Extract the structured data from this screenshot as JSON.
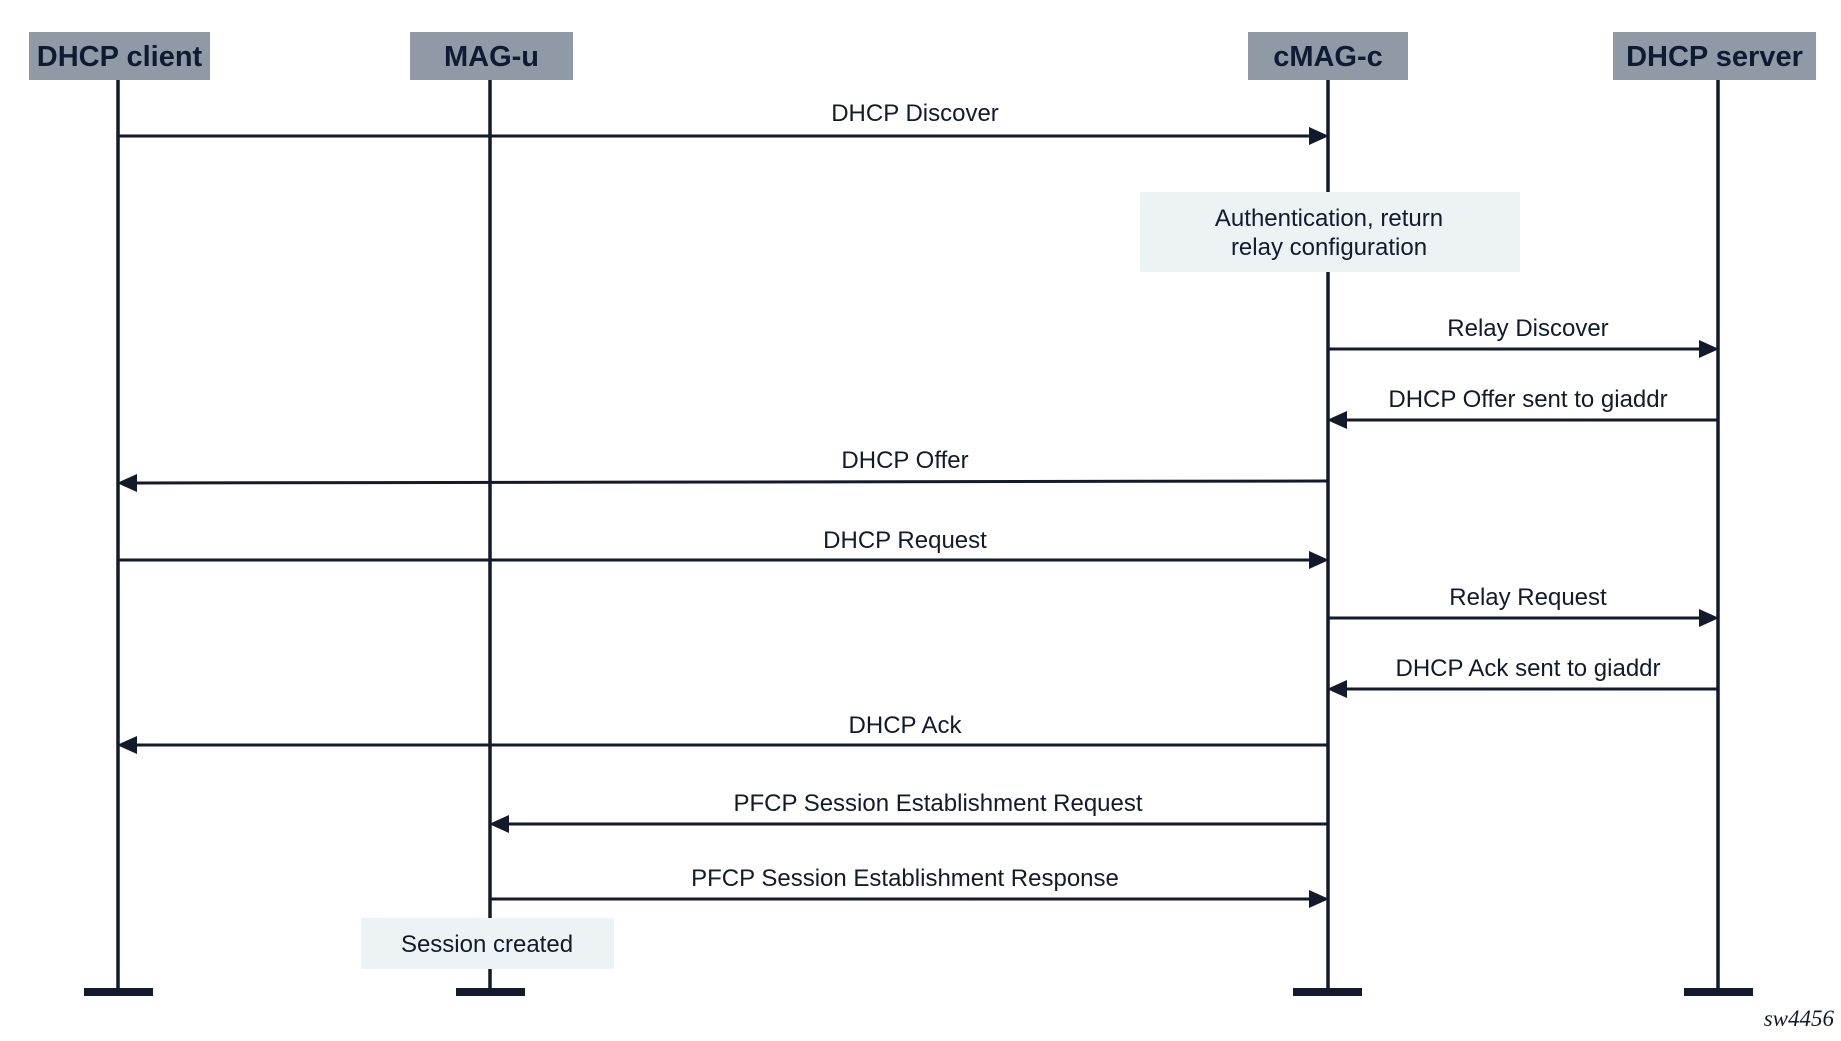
{
  "participants": [
    {
      "id": "client",
      "label": "DHCP client"
    },
    {
      "id": "magu",
      "label": "MAG-u"
    },
    {
      "id": "cmagc",
      "label": "cMAG-c"
    },
    {
      "id": "server",
      "label": "DHCP server"
    }
  ],
  "messages": [
    {
      "label": "DHCP Discover",
      "from": "client",
      "to": "cmagc"
    },
    {
      "label": "Relay Discover",
      "from": "cmagc",
      "to": "server"
    },
    {
      "label": "DHCP Offer sent to giaddr",
      "from": "server",
      "to": "cmagc"
    },
    {
      "label": "DHCP Offer",
      "from": "cmagc",
      "to": "client"
    },
    {
      "label": "DHCP Request",
      "from": "client",
      "to": "cmagc"
    },
    {
      "label": "Relay Request",
      "from": "cmagc",
      "to": "server"
    },
    {
      "label": "DHCP Ack sent to giaddr",
      "from": "server",
      "to": "cmagc"
    },
    {
      "label": "DHCP Ack",
      "from": "cmagc",
      "to": "client"
    },
    {
      "label": "PFCP Session Establishment Request",
      "from": "cmagc",
      "to": "magu"
    },
    {
      "label": "PFCP Session Establishment Response",
      "from": "magu",
      "to": "cmagc"
    }
  ],
  "notes": [
    {
      "lines": [
        "Authentication, return",
        "relay configuration"
      ],
      "over": "cmagc"
    },
    {
      "lines": [
        "Session created"
      ],
      "over": "magu"
    }
  ],
  "figure_id": "sw4456",
  "colors": {
    "participant_fill": "#8f9aa6",
    "participant_text": "#0f1b33",
    "line": "#121a2c",
    "note_fill": "#edf2f5"
  }
}
